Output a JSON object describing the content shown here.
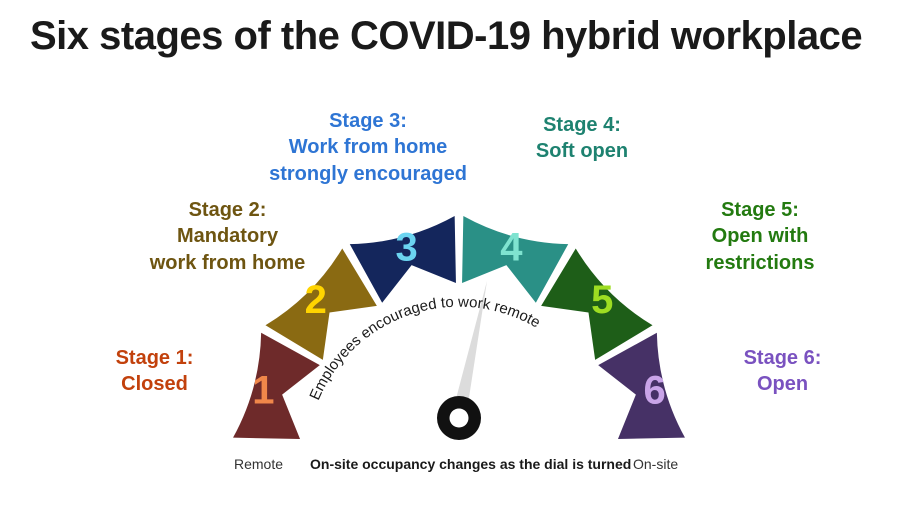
{
  "title": "Six stages of the COVID-19 hybrid workplace",
  "gauge": {
    "dial_text": "Employees encouraged to work remote",
    "needle_value": 3.5,
    "hub_color": "#111111",
    "needle_color": "#DCDCDC",
    "segments": [
      {
        "number": "1",
        "fill": "#6E2A2A",
        "number_color": "#F0874A",
        "label_title": "Stage 1:",
        "label_body": "Closed",
        "label_color": "#C2410C"
      },
      {
        "number": "2",
        "fill": "#8A6A12",
        "number_color": "#FFD400",
        "label_title": "Stage 2:",
        "label_body": "Mandatory\nwork from home",
        "label_color": "#6E5511"
      },
      {
        "number": "3",
        "fill": "#14265C",
        "number_color": "#6BD4F0",
        "label_title": "Stage 3:",
        "label_body": "Work from home\nstrongly encouraged",
        "label_color": "#2E75D4"
      },
      {
        "number": "4",
        "fill": "#2A9086",
        "number_color": "#7FE3D0",
        "label_title": "Stage 4:",
        "label_body": "Soft open",
        "label_color": "#1E8270"
      },
      {
        "number": "5",
        "fill": "#1E5E18",
        "number_color": "#9EDD22",
        "label_title": "Stage 5:",
        "label_body": "Open with\nrestrictions",
        "label_color": "#237A10"
      },
      {
        "number": "6",
        "fill": "#463166",
        "number_color": "#C9A4E8",
        "label_title": "Stage 6:",
        "label_body": "Open",
        "label_color": "#7A52C0"
      }
    ]
  },
  "axis": {
    "left_caption": "Remote",
    "center_caption": "On-site occupancy changes as the dial is turned",
    "right_caption": "On-site"
  },
  "labels": {
    "stage1": {
      "line1": "Stage 1:",
      "line2": "Closed"
    },
    "stage2": {
      "line1": "Stage 2:",
      "line2": "Mandatory",
      "line3": "work from home"
    },
    "stage3": {
      "line1": "Stage 3:",
      "line2": "Work from home",
      "line3": "strongly encouraged"
    },
    "stage4": {
      "line1": "Stage 4:",
      "line2": "Soft open"
    },
    "stage5": {
      "line1": "Stage 5:",
      "line2": "Open with",
      "line3": "restrictions"
    },
    "stage6": {
      "line1": "Stage 6:",
      "line2": "Open"
    }
  }
}
